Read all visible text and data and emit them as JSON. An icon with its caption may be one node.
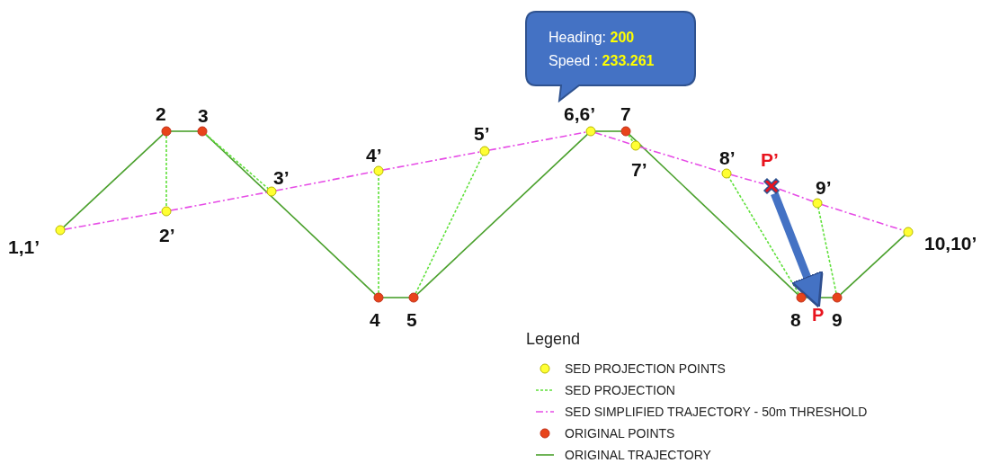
{
  "diagram": {
    "nodes": [
      {
        "text": [],
        "shape": "circle",
        "beside": [
          "1,1’"
        ]
      },
      {
        "text": [],
        "shape": "circle",
        "beside": [
          "2"
        ]
      },
      {
        "text": [],
        "shape": "circle",
        "beside": [
          "3"
        ]
      },
      {
        "text": [],
        "shape": "circle",
        "beside": [
          "4"
        ]
      },
      {
        "text": [],
        "shape": "circle",
        "beside": [
          "5"
        ]
      },
      {
        "text": [],
        "shape": "circle",
        "beside": [
          "6,6’"
        ]
      },
      {
        "text": [],
        "shape": "circle",
        "beside": [
          "7"
        ]
      },
      {
        "text": [],
        "shape": "circle",
        "beside": [
          "8"
        ]
      },
      {
        "text": [],
        "shape": "circle",
        "beside": [
          "9"
        ]
      },
      {
        "text": [],
        "shape": "circle",
        "beside": [
          "10,10’"
        ]
      },
      {
        "text": [],
        "shape": "circle",
        "beside": [
          "2’"
        ]
      },
      {
        "text": [],
        "shape": "circle",
        "beside": [
          "3’"
        ]
      },
      {
        "text": [],
        "shape": "circle",
        "beside": [
          "4’"
        ]
      },
      {
        "text": [],
        "shape": "circle",
        "beside": [
          "5’"
        ]
      },
      {
        "text": [],
        "shape": "circle",
        "beside": [
          "7’"
        ]
      },
      {
        "text": [],
        "shape": "circle",
        "beside": [
          "8’"
        ]
      },
      {
        "text": [],
        "shape": "circle",
        "beside": [
          "9’"
        ]
      },
      {
        "text": [],
        "shape": "cross",
        "beside": [
          "P’"
        ]
      },
      {
        "text": [
          "P"
        ]
      },
      {
        "text": [
          "Heading: **200**",
          "Speed :  **233.261**"
        ]
      }
    ],
    "edges": [
      {
        "from": 0,
        "to": 1,
        "arrow": "none",
        "color": "#4aa02c"
      },
      {
        "from": 1,
        "to": 2,
        "arrow": "none",
        "color": "#4aa02c"
      },
      {
        "from": 2,
        "to": 3,
        "arrow": "none",
        "color": "#4aa02c"
      },
      {
        "from": 3,
        "to": 4,
        "arrow": "none",
        "color": "#4aa02c"
      },
      {
        "from": 4,
        "to": 5,
        "arrow": "none",
        "color": "#4aa02c"
      },
      {
        "from": 5,
        "to": 6,
        "arrow": "none",
        "color": "#4aa02c"
      },
      {
        "from": 6,
        "to": 7,
        "arrow": "none",
        "color": "#4aa02c"
      },
      {
        "from": 7,
        "to": 8,
        "arrow": "none",
        "color": "#4aa02c"
      },
      {
        "from": 8,
        "to": 9,
        "arrow": "none",
        "color": "#4aa02c"
      },
      {
        "from": 0,
        "to": 10,
        "arrow": "none",
        "style": "dashed",
        "color": "#e64ce6"
      },
      {
        "from": 10,
        "to": 11,
        "arrow": "none",
        "style": "dashed",
        "color": "#e64ce6"
      },
      {
        "from": 11,
        "to": 12,
        "arrow": "none",
        "style": "dashed",
        "color": "#e64ce6"
      },
      {
        "from": 12,
        "to": 13,
        "arrow": "none",
        "style": "dashed",
        "color": "#e64ce6"
      },
      {
        "from": 13,
        "to": 5,
        "arrow": "none",
        "style": "dashed",
        "color": "#e64ce6"
      },
      {
        "from": 5,
        "to": 14,
        "arrow": "none",
        "style": "dashed",
        "color": "#e64ce6"
      },
      {
        "from": 14,
        "to": 15,
        "arrow": "none",
        "style": "dashed",
        "color": "#e64ce6"
      },
      {
        "from": 15,
        "to": 17,
        "arrow": "none",
        "style": "dashed",
        "color": "#e64ce6"
      },
      {
        "from": 17,
        "to": 16,
        "arrow": "none",
        "style": "dashed",
        "color": "#e64ce6"
      },
      {
        "from": 16,
        "to": 9,
        "arrow": "none",
        "style": "dashed",
        "color": "#e64ce6"
      },
      {
        "from": 1,
        "to": 10,
        "arrow": "none",
        "style": "dashed",
        "color": "#5fe03a"
      },
      {
        "from": 2,
        "to": 11,
        "arrow": "none",
        "style": "dashed",
        "color": "#5fe03a"
      },
      {
        "from": 3,
        "to": 12,
        "arrow": "none",
        "style": "dashed",
        "color": "#5fe03a"
      },
      {
        "from": 4,
        "to": 13,
        "arrow": "none",
        "style": "dashed",
        "color": "#5fe03a"
      },
      {
        "from": 6,
        "to": 14,
        "arrow": "none",
        "style": "dashed",
        "color": "#5fe03a"
      },
      {
        "from": 7,
        "to": 15,
        "arrow": "none",
        "style": "dashed",
        "color": "#5fe03a"
      },
      {
        "from": 8,
        "to": 16,
        "arrow": "none",
        "style": "dashed",
        "color": "#5fe03a"
      },
      {
        "from": 17,
        "to": 18,
        "arrow": "to",
        "style": "thick",
        "color": "#4472c4"
      }
    ],
    "labels": [
      "Legend"
    ],
    "legend": [
      {
        "text": "SED PROJECTION POINTS"
      },
      {
        "text": "SED PROJECTION"
      },
      {
        "text": "SED SIMPLIFIED TRAJECTORY - 50m THRESHOLD"
      },
      {
        "text": "ORIGINAL POINTS"
      },
      {
        "text": "ORIGINAL TRAJECTORY"
      }
    ]
  }
}
